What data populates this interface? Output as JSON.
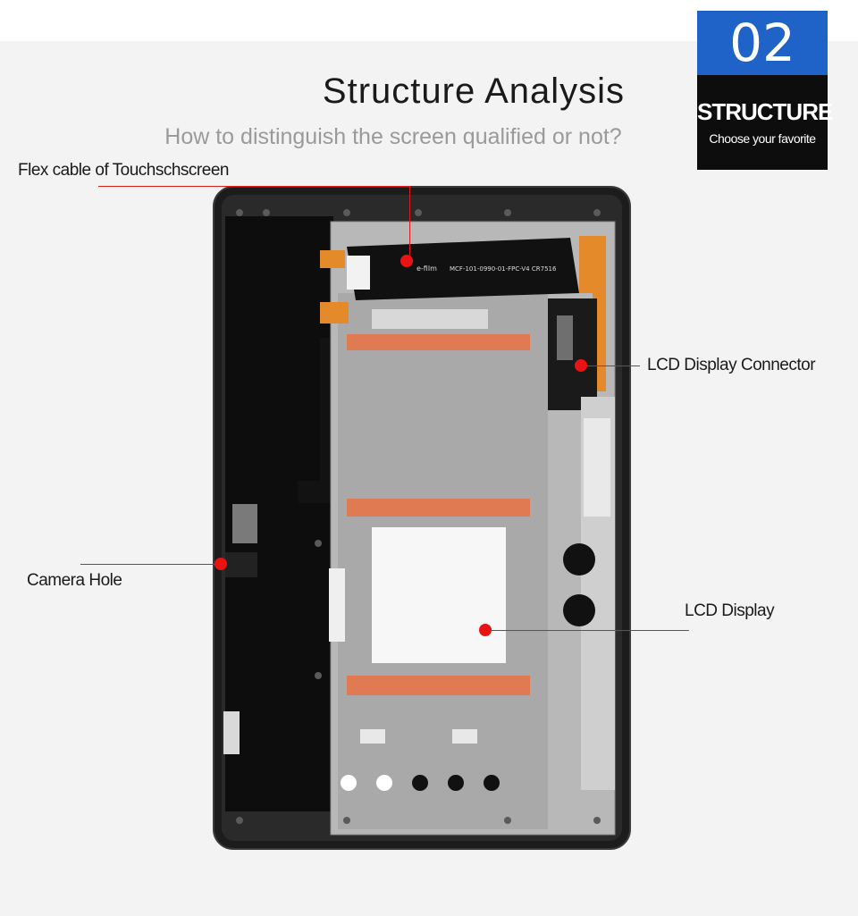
{
  "header": {
    "title": "Structure Analysis",
    "subtitle": "How to distinguish the screen qualified or not?"
  },
  "badge": {
    "number": "02",
    "main": "STRUCTURE",
    "sub": "Choose your favorite"
  },
  "callouts": {
    "flex_cable": "Flex cable of Touchschscreen",
    "lcd_connector": "LCD Display Connector",
    "camera_hole": "Camera Hole",
    "lcd_display": "LCD Display"
  },
  "device": {
    "flex_brand": "e-film",
    "flex_code": "MCF-101-0990-01-FPC-V4 CR7516"
  },
  "colors": {
    "accent_red": "#e01b1b",
    "badge_blue": "#1f63c9",
    "badge_black": "#0d0d0d",
    "tape_orange": "#e07a52",
    "flex_amber": "#e58a2a"
  }
}
